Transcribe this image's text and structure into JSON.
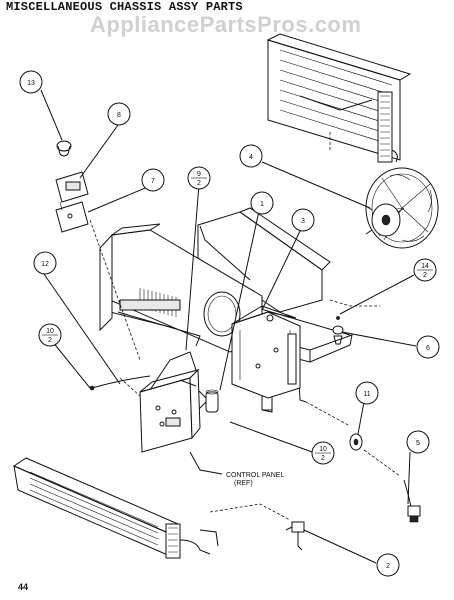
{
  "header": {
    "title": "MISCELLANEOUS CHASSIS ASSY PARTS",
    "watermark": "AppliancePartsPros.com"
  },
  "footer": {
    "page_number": "44"
  },
  "callouts": {
    "c1": "1",
    "c2": "2",
    "c3": "3",
    "c4": "4",
    "c5": "5",
    "c6": "6",
    "c7": "7",
    "c8": "8",
    "c11": "11",
    "c12": "12",
    "c13": "13",
    "c9": {
      "top": "9",
      "bottom": "2"
    },
    "c10a": {
      "top": "10",
      "bottom": "2"
    },
    "c10b": {
      "top": "10",
      "bottom": "2"
    },
    "c14": {
      "top": "14",
      "bottom": "2"
    }
  },
  "labels": {
    "control_panel_line1": "CONTROL PANEL",
    "control_panel_line2": "(REF)"
  }
}
